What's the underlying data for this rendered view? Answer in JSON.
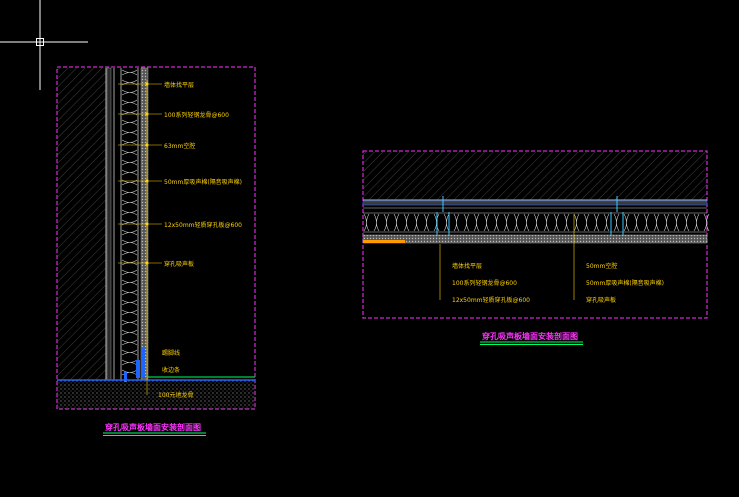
{
  "left_section": {
    "labels": [
      "墙体找平层",
      "100系列轻钢龙骨@600",
      "63mm空腔",
      "50mm厚吸声棉(隔音吸声棉)",
      "12x50mm轻质穿孔板@600",
      "穿孔吸声板",
      "踢脚线",
      "收边条",
      "100元地龙骨"
    ],
    "title": "穿孔吸声板墙面安装剖面图"
  },
  "right_section": {
    "labels_left": [
      "墙体找平层",
      "100系列轻钢龙骨@600",
      "12x50mm轻质穿孔板@600"
    ],
    "labels_right": [
      "50mm空腔",
      "50mm厚吸声棉(隔音吸声棉)",
      "穿孔吸声板"
    ],
    "title": "穿孔吸声板墙面安装剖面图"
  },
  "colors": {
    "background": "#000000",
    "border": "#ff33ff",
    "text": "#ffd400",
    "title": "#ff33ff",
    "underline": "#00ff66",
    "stud": "#1e64ff",
    "panel": "#c8c8c8"
  }
}
